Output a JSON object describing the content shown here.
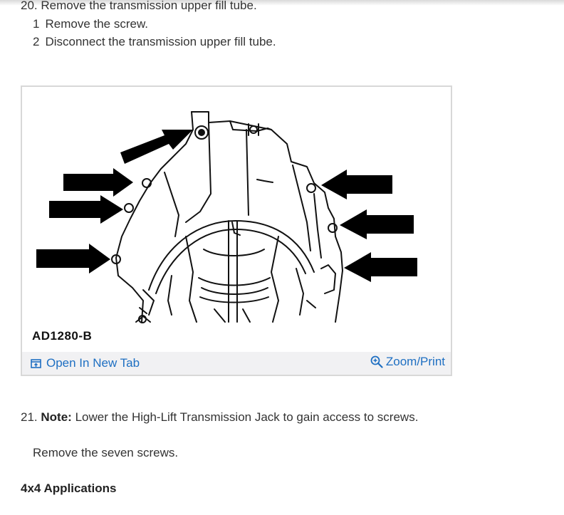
{
  "step20": {
    "number": "20.",
    "text": "Remove the transmission upper fill tube."
  },
  "substeps": [
    {
      "number": "1",
      "text": "Remove the screw."
    },
    {
      "number": "2",
      "text": "Disconnect the transmission upper fill tube."
    }
  ],
  "figure": {
    "code": "AD1280-B",
    "open_label": "Open In New Tab",
    "zoom_label": "Zoom/Print"
  },
  "step21": {
    "number": "21.",
    "note_label": "Note:",
    "note_text": "Lower the High-Lift Transmission Jack to gain access to screws."
  },
  "remove_text": "Remove the seven screws.",
  "section_heading": "4x4 Applications",
  "colors": {
    "link": "#1e6fc2",
    "text": "#333333",
    "bar": "#f1f1f3"
  }
}
